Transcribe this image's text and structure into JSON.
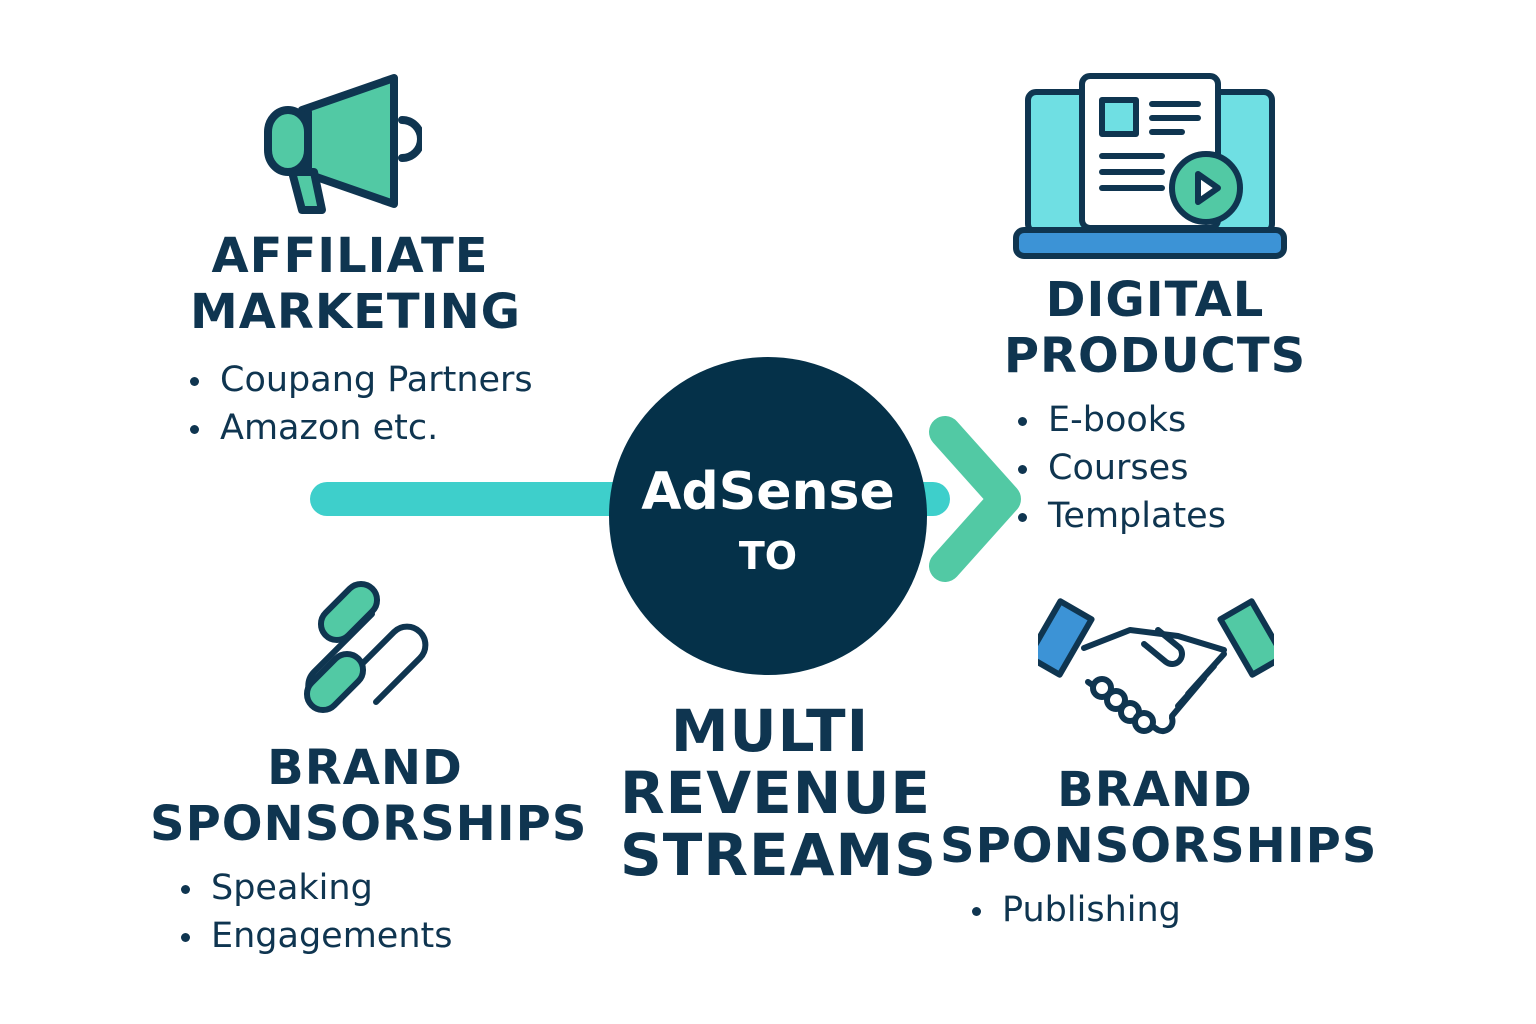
{
  "center": {
    "title": "AdSense",
    "subtitle": "TO"
  },
  "bottom_title": {
    "line1": "MULTI",
    "line2": "REVENUE",
    "line3": "STREAMS"
  },
  "affiliate": {
    "heading_line1": "AFFILIATE",
    "heading_line2": "MARKETING",
    "bullets": [
      "Coupang Partners",
      "Amazon etc."
    ],
    "icon": "megaphone-icon"
  },
  "digital": {
    "heading_line1": "DIGITAL",
    "heading_line2": "PRODUCTS",
    "bullets": [
      "E-books",
      "Courses",
      "Templates"
    ],
    "icon": "laptop-document-icon"
  },
  "brand_left": {
    "heading_line1": "BRAND",
    "heading_line2": "SPONSORSHIPS",
    "bullets": [
      "Speaking",
      "Engagements"
    ],
    "icon": "paperclip-link-icon"
  },
  "brand_right": {
    "heading_line1": "BRAND",
    "heading_line2": "SPONSORSHIPS",
    "bullets": [
      "Publishing"
    ],
    "icon": "handshake-icon"
  },
  "colors": {
    "navy": "#053149",
    "text": "#0f3550",
    "teal": "#3ecfcb",
    "mint": "#52c9a4",
    "cyan": "#6fdfe3",
    "blue": "#3c93d6"
  }
}
